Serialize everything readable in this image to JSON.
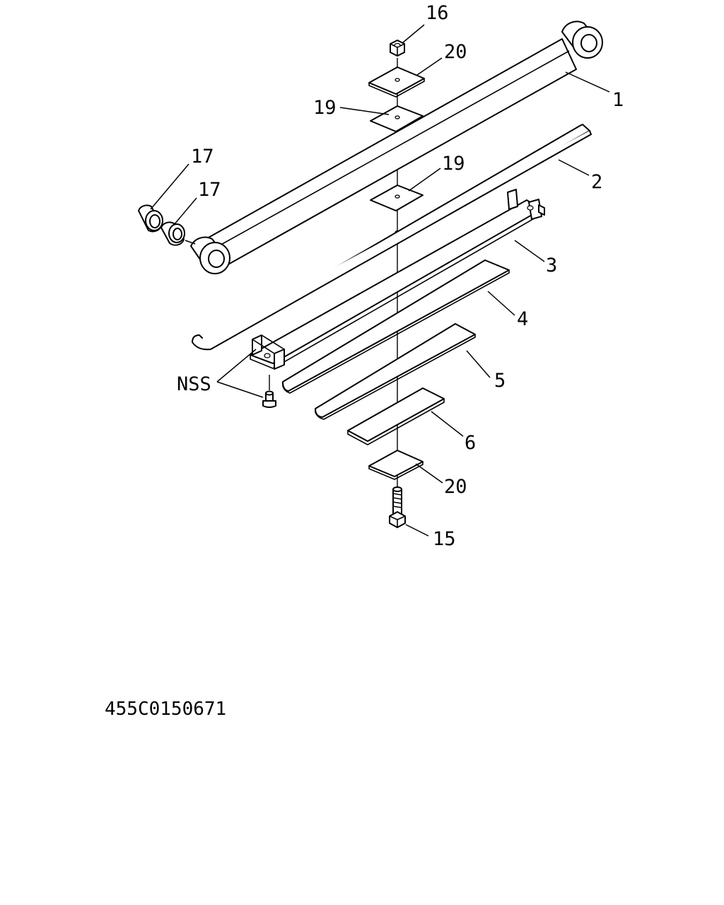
{
  "diagram": {
    "drawing_id": "455C0150671",
    "callouts": {
      "c1": "1",
      "c2": "2",
      "c3": "3",
      "c4": "4",
      "c5": "5",
      "c6": "6",
      "c15": "15",
      "c16": "16",
      "c17a": "17",
      "c17b": "17",
      "c19a": "19",
      "c19b": "19",
      "c20a": "20",
      "c20b": "20",
      "nss": "NSS"
    }
  }
}
